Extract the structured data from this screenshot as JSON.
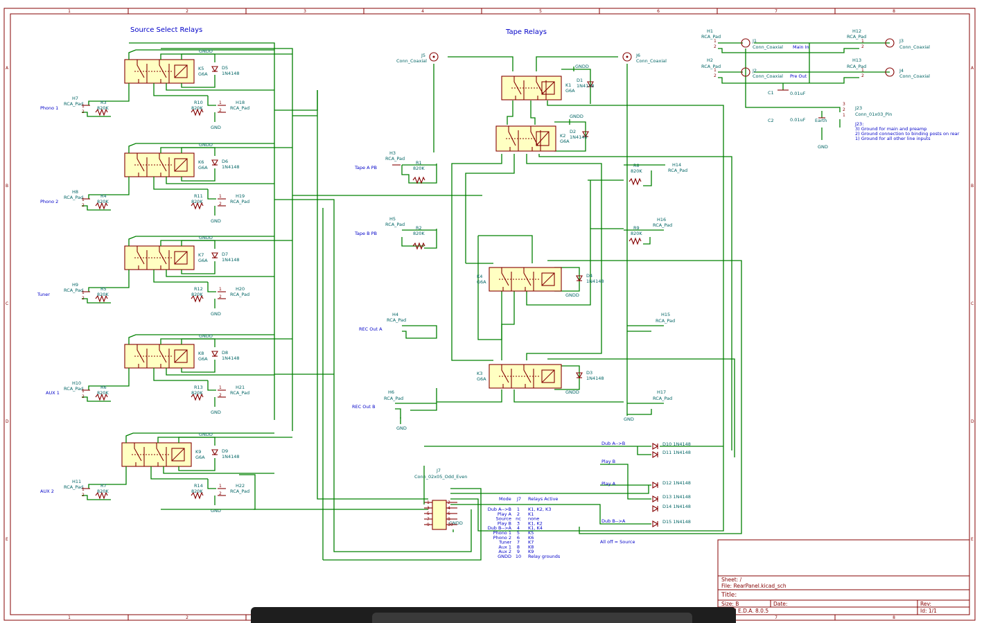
{
  "sheet": {
    "title_heading_source": "Source Select Relays",
    "title_heading_tape": "Tape Relays",
    "col_marks": [
      "1",
      "2",
      "3",
      "4",
      "5",
      "6",
      "7",
      "8"
    ],
    "row_marks": [
      "A",
      "B",
      "C",
      "D",
      "E"
    ]
  },
  "source_relays": [
    {
      "ref": "K5",
      "val": "G6A",
      "diode": "D5",
      "dval": "1N4148",
      "gnd": "GNDD",
      "in_pad": "H7",
      "in_pad_val": "RCA_Pad",
      "in_res": "R3",
      "in_res_val": "820K",
      "out_pad": "H18",
      "out_pad_val": "RCA_Pad",
      "out_res": "R10",
      "out_res_val": "820K",
      "net": "Phono 1",
      "gnd2": "GND"
    },
    {
      "ref": "K6",
      "val": "G6A",
      "diode": "D6",
      "dval": "1N4148",
      "gnd": "GNDD",
      "in_pad": "H8",
      "in_pad_val": "RCA_Pad",
      "in_res": "R4",
      "in_res_val": "820K",
      "out_pad": "H19",
      "out_pad_val": "RCA_Pad",
      "out_res": "R11",
      "out_res_val": "820K",
      "net": "Phono 2",
      "gnd2": "GND"
    },
    {
      "ref": "K7",
      "val": "G6A",
      "diode": "D7",
      "dval": "1N4148",
      "gnd": "GNDD",
      "in_pad": "H9",
      "in_pad_val": "RCA_Pad",
      "in_res": "R5",
      "in_res_val": "820K",
      "out_pad": "H20",
      "out_pad_val": "RCA_Pad",
      "out_res": "R12",
      "out_res_val": "820K",
      "net": "Tuner",
      "gnd2": "GND"
    },
    {
      "ref": "K8",
      "val": "G6A",
      "diode": "D8",
      "dval": "1N4148",
      "gnd": "GNDD",
      "in_pad": "H10",
      "in_pad_val": "RCA_Pad",
      "in_res": "R6",
      "in_res_val": "820K",
      "out_pad": "H21",
      "out_pad_val": "RCA_Pad",
      "out_res": "R13",
      "out_res_val": "820K",
      "net": "AUX 1",
      "gnd2": "GND"
    },
    {
      "ref": "K9",
      "val": "G6A",
      "diode": "D9",
      "dval": "1N4148",
      "gnd": "GNDD",
      "in_pad": "H11",
      "in_pad_val": "RCA_Pad",
      "in_res": "R7",
      "in_res_val": "820K",
      "out_pad": "H22",
      "out_pad_val": "RCA_Pad",
      "out_res": "R14",
      "out_res_val": "820K",
      "net": "AUX 2",
      "gnd2": "GND"
    }
  ],
  "tape": {
    "j5": {
      "ref": "J5",
      "val": "Conn_Coaxial"
    },
    "j6": {
      "ref": "J6",
      "val": "Conn_Coaxial"
    },
    "k1": {
      "ref": "K1",
      "val": "G6A",
      "diode": "D1",
      "dval": "1N4148",
      "gnd": "GNDD"
    },
    "k2": {
      "ref": "K2",
      "val": "G6A",
      "diode": "D2",
      "dval": "1N4148",
      "gnd": "GNDD"
    },
    "k4": {
      "ref": "K4",
      "val": "G6A",
      "diode": "D4",
      "dval": "1N4148",
      "gnd": "GNDD"
    },
    "k3": {
      "ref": "K3",
      "val": "G6A",
      "diode": "D3",
      "dval": "1N4148",
      "gnd": "GNDD"
    },
    "h3": {
      "ref": "H3",
      "val": "RCA_Pad",
      "net": "Tape A PB",
      "res": "R1",
      "rval": "820K"
    },
    "h5": {
      "ref": "H5",
      "val": "RCA_Pad",
      "net": "Tape B PB",
      "res": "R2",
      "rval": "820K"
    },
    "h4": {
      "ref": "H4",
      "val": "RCA_Pad",
      "net": "REC Out A"
    },
    "h6": {
      "ref": "H6",
      "val": "RCA_Pad",
      "net": "REC Out B",
      "gnd": "GND"
    },
    "h14": {
      "ref": "H14",
      "val": "RCA_Pad",
      "res": "R8",
      "rval": "820K"
    },
    "h16": {
      "ref": "H16",
      "val": "RCA_Pad",
      "res": "R9",
      "rval": "820K"
    },
    "h15": {
      "ref": "H15",
      "val": "RCA_Pad"
    },
    "h17": {
      "ref": "H17",
      "val": "RCA_Pad"
    },
    "gnd_right": "GND"
  },
  "mainpre": {
    "h1": {
      "ref": "H1",
      "val": "RCA_Pad"
    },
    "j1": {
      "ref": "J1",
      "val": "Conn_Coaxial"
    },
    "h12": {
      "ref": "H12",
      "val": "RCA_Pad"
    },
    "j3": {
      "ref": "J3",
      "val": "Conn_Coaxial"
    },
    "h2": {
      "ref": "H2",
      "val": "RCA_Pad"
    },
    "j2": {
      "ref": "J2",
      "val": "Conn_Coaxial"
    },
    "h13": {
      "ref": "H13",
      "val": "RCA_Pad"
    },
    "j4": {
      "ref": "J4",
      "val": "Conn_Coaxial"
    },
    "main_in": "Main In",
    "pre_out": "Pre Out",
    "c1": "C1",
    "c1v": "0.01uF",
    "c2": "C2",
    "c2v": "0.01uF",
    "earth": "Earth",
    "gnd": "GND",
    "j23": "J23",
    "j23v": "Conn_01x03_Pin",
    "notes": [
      "J23:",
      "3) Ground for main and preamp",
      "2) Ground connection to binding posts on rear",
      "1) Ground for all other line inputs"
    ]
  },
  "j7": {
    "ref": "J7",
    "val": "Conn_02x05_Odd_Even",
    "gnd": "GNDD",
    "pins_left": [
      "1",
      "3",
      "5",
      "7",
      "9"
    ],
    "pins_right": [
      "2",
      "4",
      "6",
      "8",
      "10"
    ]
  },
  "dub": {
    "nets": [
      "Dub A-->B",
      "Play B",
      "Play A",
      "Dub B-->A"
    ],
    "diodes": [
      {
        "ref": "D10",
        "val": "1N4148"
      },
      {
        "ref": "D11",
        "val": "1N4148"
      },
      {
        "ref": "D12",
        "val": "1N4148"
      },
      {
        "ref": "D13",
        "val": "1N4148"
      },
      {
        "ref": "D14",
        "val": "1N4148"
      },
      {
        "ref": "D15",
        "val": "1N4148"
      }
    ],
    "alloff": "All off = Source"
  },
  "mode_table": {
    "headers": [
      "Mode",
      "J7",
      "Relays Active"
    ],
    "rows": [
      [
        "Dub A-->B",
        "1",
        "K1, K2, K3"
      ],
      [
        "Play A",
        "2",
        "K1"
      ],
      [
        "Source",
        "nc",
        "none"
      ],
      [
        "Play B",
        "3",
        "K1, K2"
      ],
      [
        "Dub B-->A",
        "4",
        "K1, K4"
      ],
      [
        "Phono 1",
        "5",
        "K5"
      ],
      [
        "Phono 2",
        "6",
        "K6"
      ],
      [
        "Tuner",
        "7",
        "K7"
      ],
      [
        "Aux 1",
        "8",
        "K8"
      ],
      [
        "Aux 2",
        "9",
        "K9"
      ],
      [
        "GNDD",
        "10",
        "Relay grounds"
      ]
    ]
  },
  "title_block": {
    "sheet": "Sheet: /",
    "file": "File: RearPanel.kicad_sch",
    "title": "Title:",
    "size": "Size: B",
    "date": "Date:",
    "rev": "Rev:",
    "tool": "KiCad E.D.A. 8.0.5",
    "id": "Id: 1/1"
  }
}
